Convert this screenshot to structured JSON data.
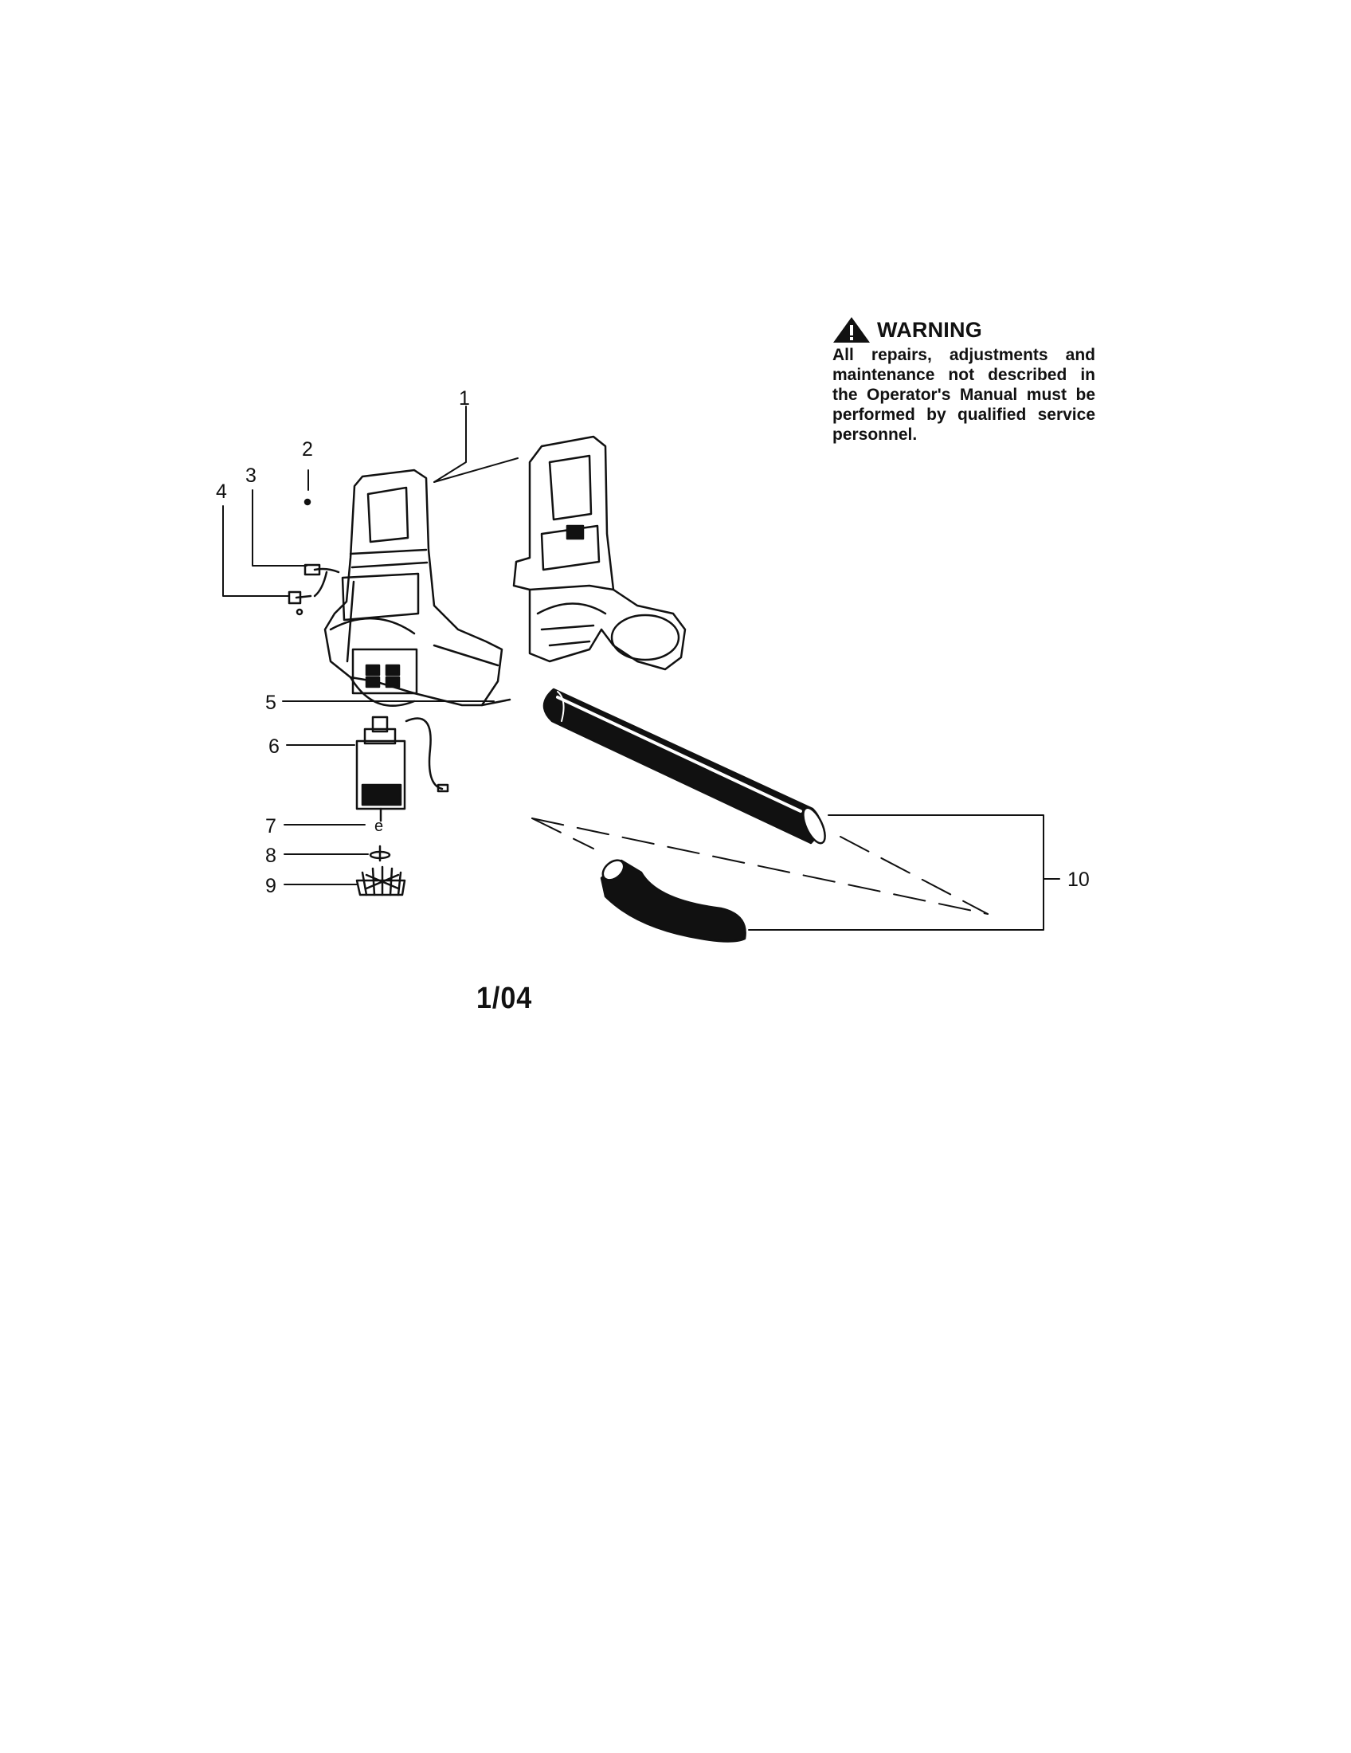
{
  "warning": {
    "title": "WARNING",
    "text": "All repairs, adjustments and maintenance not described in the Operator's Manual must be performed by qualified service personnel.",
    "icon": "warning-triangle-icon"
  },
  "callouts": [
    "1",
    "2",
    "3",
    "4",
    "5",
    "6",
    "7",
    "8",
    "9",
    "10"
  ],
  "date_code": "1/04",
  "colors": {
    "ink": "#111111",
    "background": "#ffffff"
  }
}
